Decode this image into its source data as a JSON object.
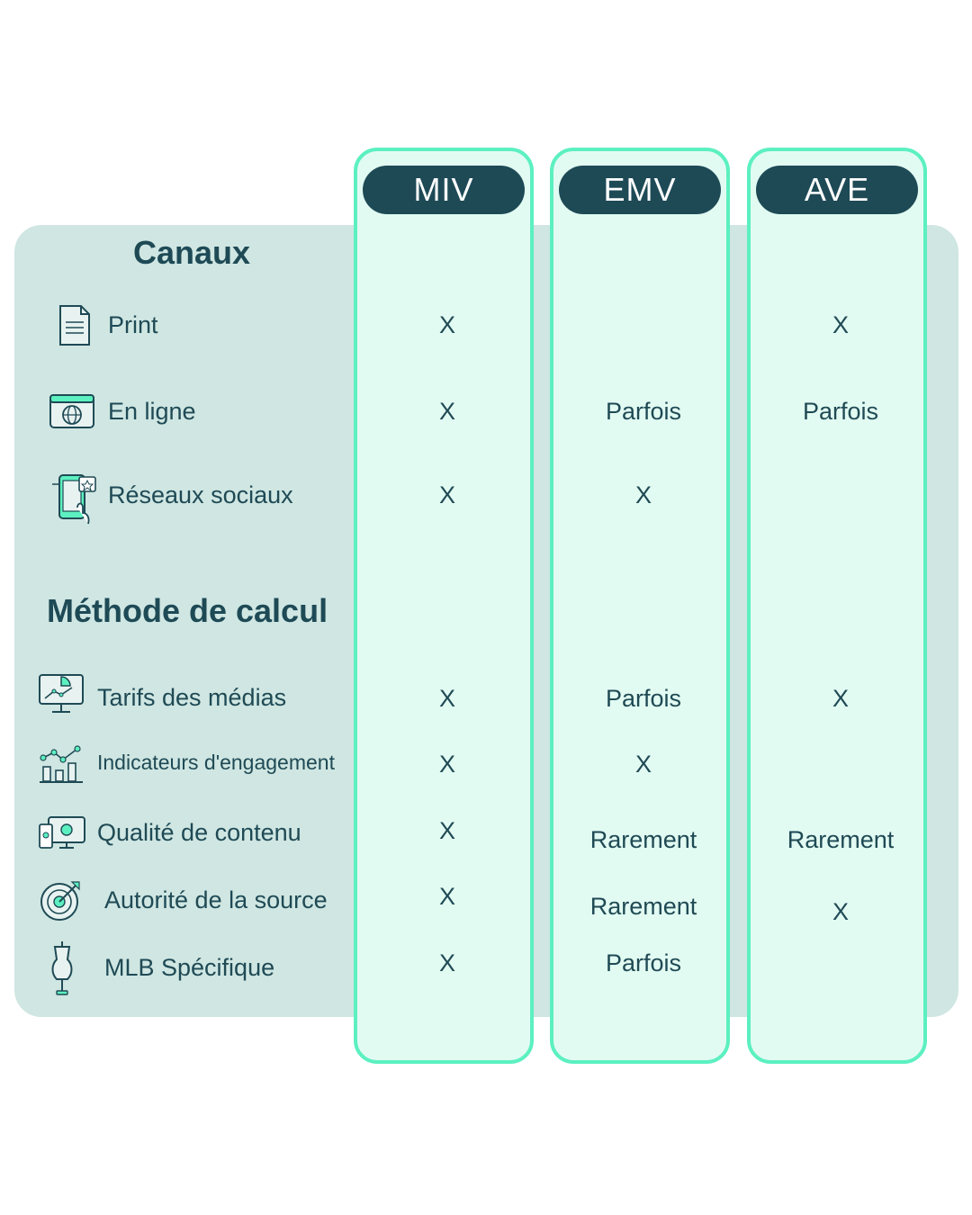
{
  "columns": [
    {
      "label": "MIV"
    },
    {
      "label": "EMV"
    },
    {
      "label": "AVE"
    }
  ],
  "sections": {
    "channels": {
      "title": "Canaux",
      "rows": [
        {
          "label": "Print",
          "icon": "document-icon",
          "values": [
            "X",
            "",
            "X"
          ]
        },
        {
          "label": "En ligne",
          "icon": "browser-globe-icon",
          "values": [
            "X",
            "Parfois",
            "Parfois"
          ]
        },
        {
          "label": "Réseaux sociaux",
          "icon": "phone-social-icon",
          "values": [
            "X",
            "X",
            ""
          ]
        }
      ]
    },
    "method": {
      "title": "Méthode de calcul",
      "rows": [
        {
          "label": "Tarifs des médias",
          "icon": "monitor-chart-icon",
          "values": [
            "X",
            "Parfois",
            "X"
          ]
        },
        {
          "label": "Indicateurs d'engagement",
          "icon": "growth-chart-icon",
          "values": [
            "X",
            "X",
            ""
          ]
        },
        {
          "label": "Qualité de contenu",
          "icon": "devices-icon",
          "values": [
            "X",
            "Rarement",
            "Rarement"
          ]
        },
        {
          "label": "Autorité de la source",
          "icon": "target-icon",
          "values": [
            "X",
            "Rarement",
            "X"
          ]
        },
        {
          "label": "MLB Spécifique",
          "icon": "mannequin-icon",
          "values": [
            "X",
            "Parfois",
            ""
          ]
        }
      ]
    }
  },
  "colors": {
    "panel": "#cfe6e2",
    "column_fill": "#e2fbf2",
    "column_border": "#5cf0c0",
    "header": "#1e4a56",
    "text": "#1f4a55"
  }
}
